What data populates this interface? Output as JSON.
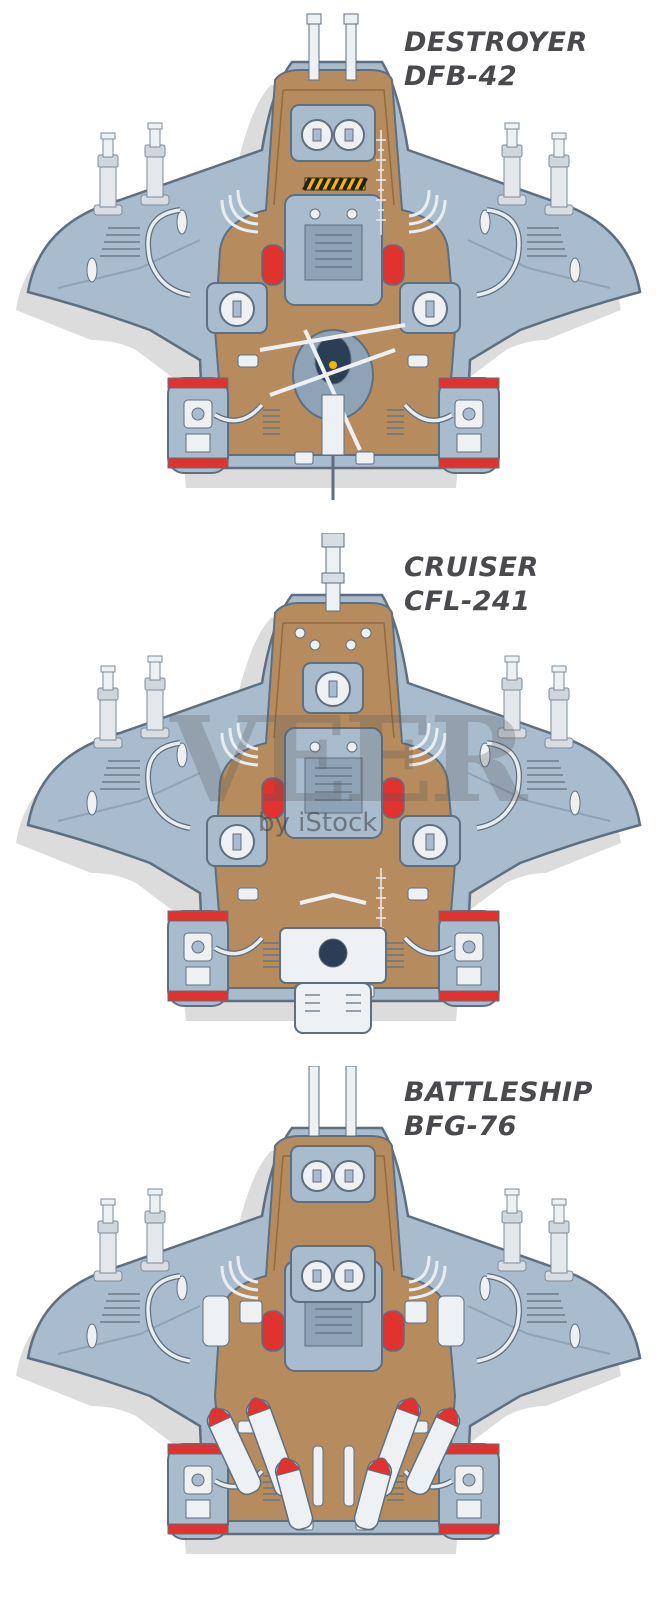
{
  "ships": [
    {
      "name": "DESTROYER",
      "code": "DFB-42"
    },
    {
      "name": "CRUISER",
      "code": "CFL-241"
    },
    {
      "name": "BATTLESHIP",
      "code": "BFG-76"
    }
  ],
  "watermark": {
    "brand": "VEER",
    "subtitle": "by iStock"
  },
  "colors": {
    "hull": "#a9bccd",
    "hull_dark": "#8ea3b6",
    "outline": "#5e6f80",
    "deck": "#b68c5e",
    "deck_dark": "#8f6a42",
    "red": "#e0332f",
    "pipe": "#e8edf2",
    "shadow": "#dcdcdc",
    "text": "#4a4a4e"
  },
  "icons": [
    "turret-icon",
    "cannon-icon",
    "engine-icon",
    "missile-icon",
    "cockpit-icon"
  ]
}
